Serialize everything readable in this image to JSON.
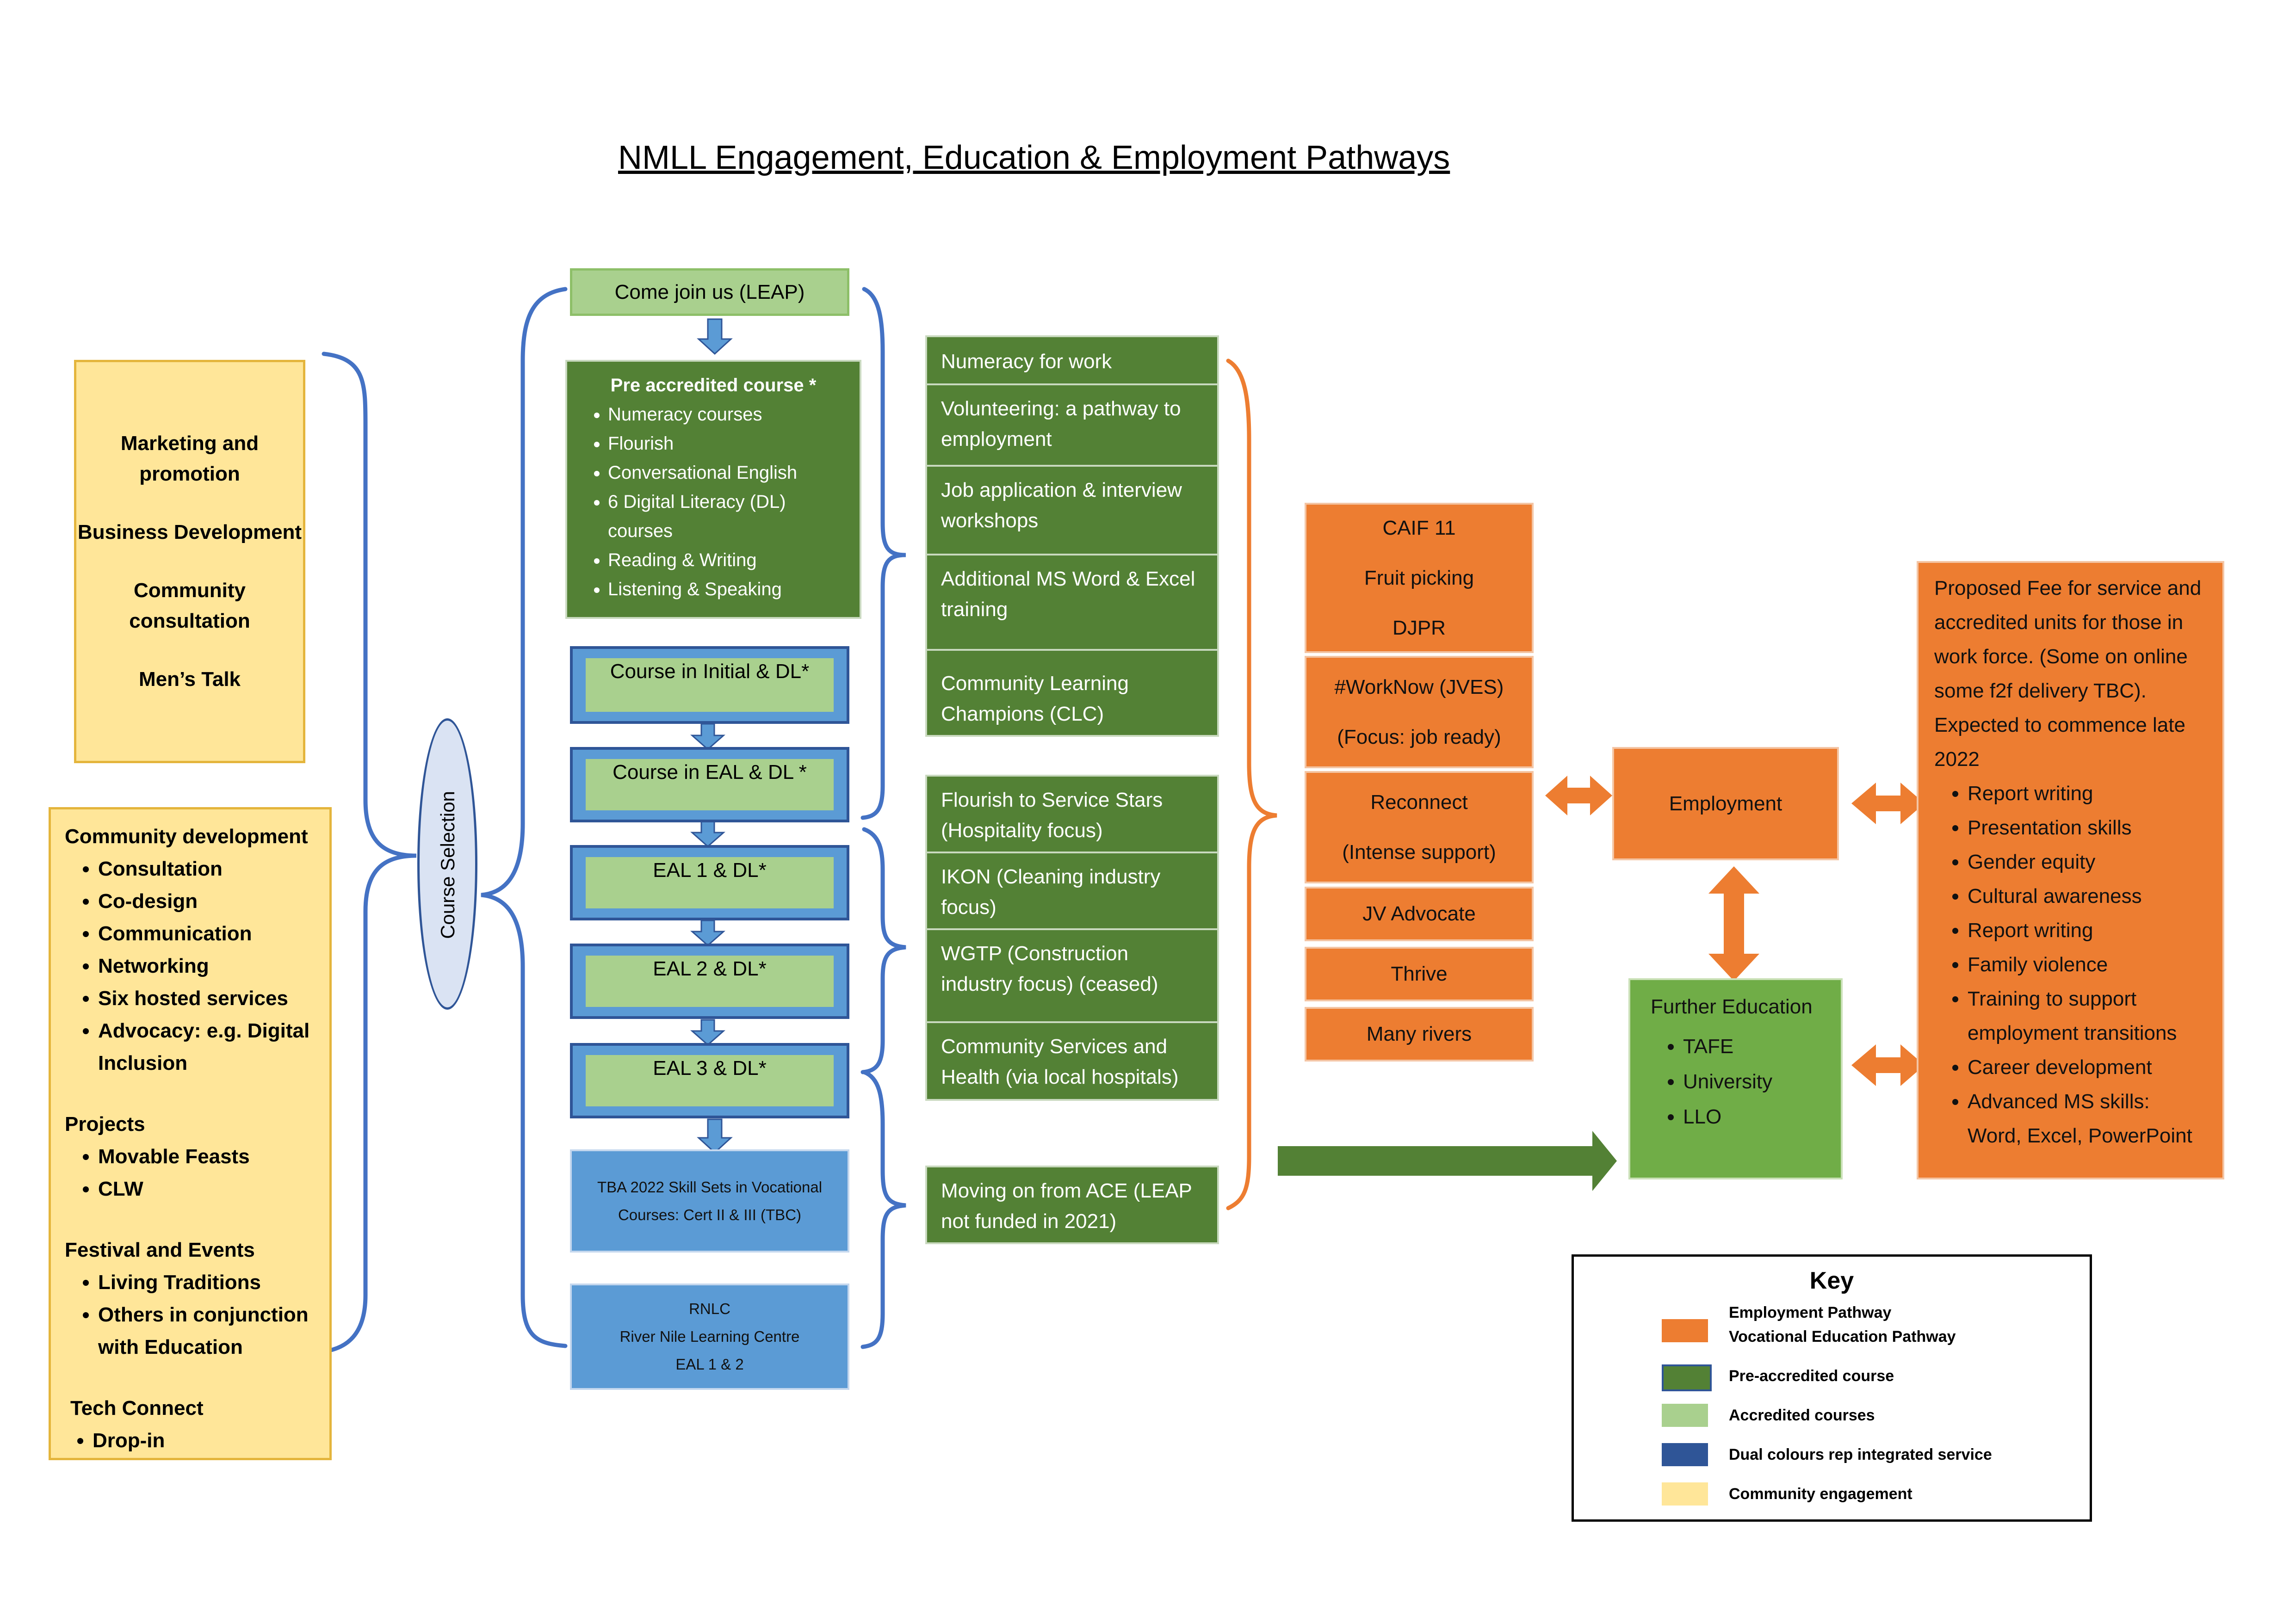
{
  "title": "NMLL Engagement, Education & Employment Pathways",
  "community_box": {
    "items": [
      "Marketing and promotion",
      "Business Development",
      "Community consultation",
      "Men’s Talk"
    ]
  },
  "community_development": {
    "groups": [
      {
        "heading": "Community development",
        "items": [
          "Consultation",
          "Co-design",
          "Communication",
          "Networking",
          "Six hosted services",
          "Advocacy: e.g. Digital Inclusion"
        ]
      },
      {
        "heading": "Projects",
        "items": [
          "Movable Feasts",
          "CLW"
        ]
      },
      {
        "heading": "Festival and Events",
        "items": [
          "Living Traditions",
          "Others in conjunction with Education"
        ]
      },
      {
        "heading": "Tech Connect",
        "items": [
          "Drop-in"
        ]
      }
    ]
  },
  "course_selection": "Course Selection",
  "come_join": "Come join us (LEAP)",
  "pre_accredited": {
    "heading": "Pre accredited course *",
    "items": [
      "Numeracy courses",
      "Flourish",
      "Conversational English",
      "6 Digital Literacy (DL) courses",
      "Reading & Writing",
      "Listening & Speaking"
    ]
  },
  "eal_steps": [
    "Course in Initial & DL*",
    "Course in EAL & DL *",
    "EAL 1 & DL*",
    "EAL 2 & DL*",
    "EAL 3 & DL*"
  ],
  "tba_box": "TBA 2022 Skill Sets in Vocational Courses: Cert II & III (TBC)",
  "rnlc": {
    "line1": "RNLC",
    "line2": "River Nile Learning Centre",
    "line3": "EAL 1 & 2"
  },
  "pre_accredited_group1": [
    "Numeracy for work",
    "Volunteering: a pathway to employment",
    "Job application & interview workshops",
    "Additional MS Word & Excel training",
    "Community Learning Champions (CLC)"
  ],
  "pre_accredited_group2": [
    "Flourish to Service Stars (Hospitality focus)",
    "IKON (Cleaning industry focus)",
    "WGTP (Construction industry focus) (ceased)",
    "Community Services and Health (via local hospitals)"
  ],
  "moving_on": "Moving on from ACE (LEAP not funded in 2021)",
  "employment_programs": {
    "caif": [
      "CAIF 11",
      "Fruit picking",
      "DJPR"
    ],
    "worknow": [
      "#WorkNow (JVES)",
      "(Focus: job ready)"
    ],
    "reconnect": [
      "Reconnect",
      "(Intense support)"
    ],
    "others": [
      "JV Advocate",
      "Thrive",
      "Many rivers"
    ]
  },
  "employment": "Employment",
  "further_education": {
    "heading": "Further Education",
    "items": [
      "TAFE",
      "University",
      "LLO"
    ]
  },
  "proposed_fee": {
    "text": "Proposed Fee for service and accredited units for those in work force. (Some on online some f2f delivery TBC). Expected to commence late 2022",
    "items": [
      "Report writing",
      "Presentation skills",
      "Gender equity",
      "Cultural awareness",
      "Report writing",
      "Family violence",
      "Training to support employment transitions",
      "Career development",
      "Advanced MS skills: Word, Excel, PowerPoint"
    ]
  },
  "key": {
    "title": "Key",
    "entries": [
      {
        "label1": "Employment Pathway",
        "label2": "Vocational Education Pathway",
        "color": "#ED7D31"
      },
      {
        "label": "Pre-accredited course",
        "color": "#538135"
      },
      {
        "label": "Accredited courses",
        "color": "#A9D08E"
      },
      {
        "label": "Dual colours rep integrated service",
        "color": "#2F5597"
      },
      {
        "label": "Community engagement",
        "color": "#FFE699"
      }
    ]
  },
  "colors": {
    "bracket_blue": "#4472C4",
    "bracket_orange": "#ED7D31",
    "arrow_blue": "#5B9BD5",
    "arrow_green": "#538135",
    "arrow_orange": "#ED7D31"
  }
}
